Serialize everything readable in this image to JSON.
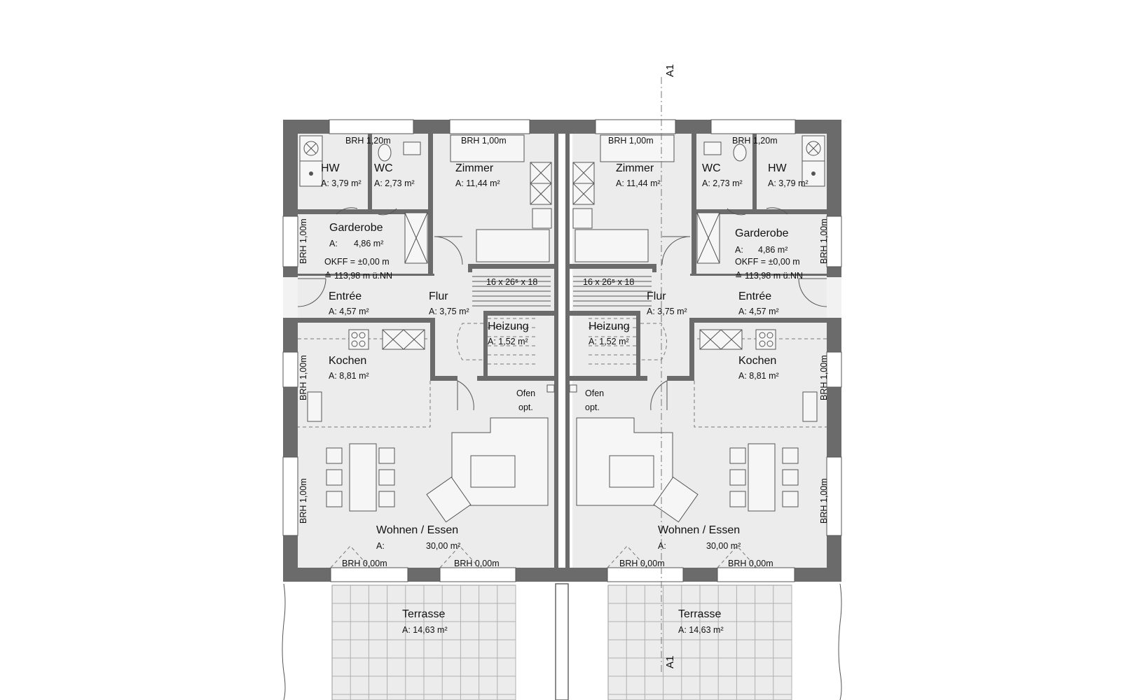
{
  "section_marker": "A1",
  "units": [
    {
      "rooms": {
        "hw": {
          "name": "HW",
          "area": "A: 3,79 m²"
        },
        "wc": {
          "name": "WC",
          "area": "A: 2,73 m²"
        },
        "zimmer": {
          "name": "Zimmer",
          "area": "A: 11,44 m²"
        },
        "garderobe": {
          "name": "Garderobe",
          "area_prefix": "A:",
          "area": "4,86 m²",
          "okff": "OKFF = ±0,00 m",
          "nn": "≙ 113,98 m ü.NN"
        },
        "entree": {
          "name": "Entrée",
          "area": "A: 4,57 m²"
        },
        "flur": {
          "name": "Flur",
          "area": "A: 3,75 m²"
        },
        "heizung": {
          "name": "Heizung",
          "area": "A: 1,52 m²"
        },
        "kochen": {
          "name": "Kochen",
          "area": "A: 8,81 m²"
        },
        "wohnen": {
          "name": "Wohnen / Essen",
          "area_prefix": "A:",
          "area": "30,00 m²"
        },
        "terrasse": {
          "name": "Terrasse",
          "area": "A: 14,63 m²"
        }
      },
      "stair": "16 x 26⁵ x 18",
      "ofen_line1": "Ofen",
      "ofen_line2": "opt.",
      "brh": {
        "hw_wc": "BRH 1,20m",
        "zimmer": "BRH 1,00m",
        "garderobe": "BRH 1,00m",
        "kochen": "BRH 1,00m",
        "wohnen_side": "BRH 1,00m",
        "terrace_door_1": "BRH 0,00m",
        "terrace_door_2": "BRH 0,00m"
      }
    },
    {
      "rooms": {
        "hw": {
          "name": "HW",
          "area": "A: 3,79 m²"
        },
        "wc": {
          "name": "WC",
          "area": "A: 2,73 m²"
        },
        "zimmer": {
          "name": "Zimmer",
          "area": "A: 11,44 m²"
        },
        "garderobe": {
          "name": "Garderobe",
          "area_prefix": "A:",
          "area": "4,86 m²",
          "okff": "OKFF = ±0,00 m",
          "nn": "≙ 113,98 m ü.NN"
        },
        "entree": {
          "name": "Entrée",
          "area": "A: 4,57 m²"
        },
        "flur": {
          "name": "Flur",
          "area": "A: 3,75 m²"
        },
        "heizung": {
          "name": "Heizung",
          "area": "A: 1,52 m²"
        },
        "kochen": {
          "name": "Kochen",
          "area": "A: 8,81 m²"
        },
        "wohnen": {
          "name": "Wohnen / Essen",
          "area_prefix": "A:",
          "area": "30,00 m²"
        },
        "terrasse": {
          "name": "Terrasse",
          "area": "A: 14,63 m²"
        }
      },
      "stair": "16 x 26⁵ x 18",
      "ofen_line1": "Ofen",
      "ofen_line2": "opt.",
      "brh": {
        "hw_wc": "BRH 1,20m",
        "zimmer": "BRH 1,00m",
        "garderobe": "BRH 1,00m",
        "kochen": "BRH 1,00m",
        "wohnen_side": "BRH 1,00m",
        "terrace_door_1": "BRH 0,00m",
        "terrace_door_2": "BRH 0,00m"
      }
    }
  ]
}
